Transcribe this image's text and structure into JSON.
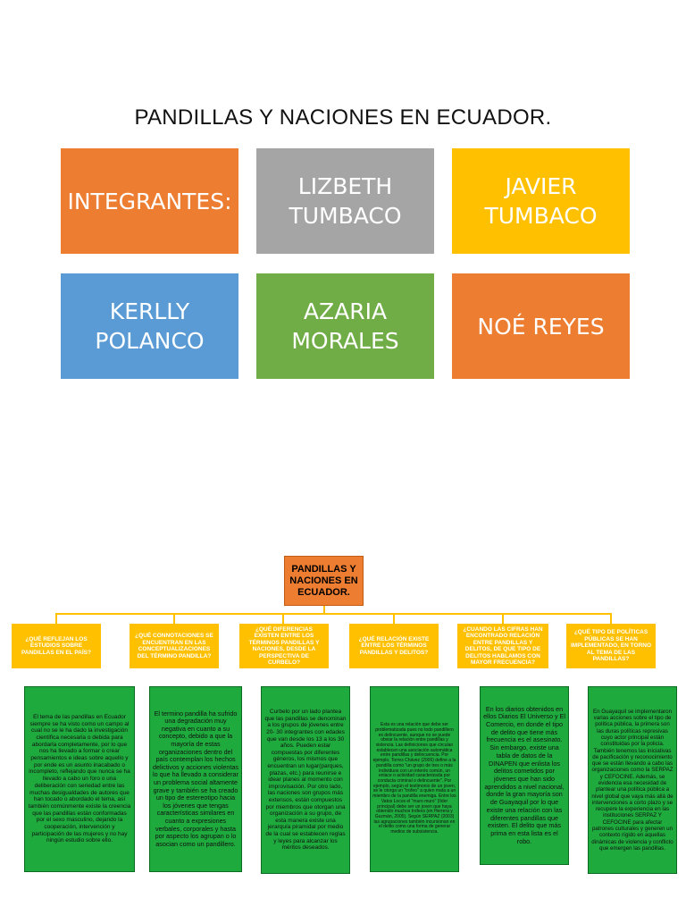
{
  "title": "PANDILLAS Y NACIONES EN ECUADOR.",
  "members": {
    "integrantes_label": "INTEGRANTES:",
    "names": [
      "LIZBETH\nTUMBACO",
      "JAVIER\nTUMBACO",
      "KERLLY\nPOLANCO",
      "AZARIA\nMORALES",
      "NOÉ REYES"
    ]
  },
  "colors": {
    "orange": "#ed7d31",
    "gray": "#a5a5a5",
    "gold": "#ffc000",
    "blue": "#5b9bd5",
    "green": "#70ad47",
    "answer_green": "#1faa3d"
  },
  "map": {
    "root": "PANDILLAS Y NACIONES EN ECUADOR.",
    "questions": [
      "¿QUÉ REFLEJAN LOS ESTUDIOS SOBRE PANDILLAS EN EL PAÍS?",
      "¿QUÉ CONNOTACIONES SE ENCUENTRAN EN LAS CONCEPTUALIZACIONES DEL TÉRMINO PANDILLA?",
      "¿QUÉ DIFERENCIAS EXISTEN ENTRE LOS TÉRMINOS PANDILLAS Y NACIONES, DESDE LA PERSPECTIVA DE CURBELO?",
      "¿QUÉ RELACIÓN EXISTE ENTRE LOS TÉRMINOS PANDILLAS Y DELITOS?",
      "¿CUANDO LAS CIFRAS HAN ENCONTRADO RELACIÓN ENTRE PANDILLAS Y DELITOS, DE QUE TIPO DE DELITOS HABLAMOS CON MAYOR FRECUENCIA?",
      "¿QUÉ TIPO DE POLÍTICAS PÚBLICAS SE HAN IMPLEMENTADO, EN TORNO AL TEMA DE LAS PANDILLAS?"
    ],
    "answers": [
      "El tema de las pandillas en Ecuador siempre se ha visto como un campo al cual no se le ha dado la investigación científica necesaria o debida para abordarla completamente, por lo que nos ha llevado a formar o crear pensamientos e ideas sobre aquello y por ende es un asunto inacabado o incompleto, reflejando que nunca se ha llevado a cabo un foro o una deliberación con seriedad entre las muchas desigualdades de autores que han tocado o abordado el tema, así también comúnmente existe la creencia que las pandillas están conformadas por el sexo masculino, dejando la cooperación, intervención y participación de las mujeres y no hay ningún estudio sobre ello.",
      "El termino pandilla ha sufrido una degradación muy negativa en cuanto a su concepto, debido a que la mayoría de estas organizaciones dentro del país contemplan los hechos delictivos y acciones violentas lo que ha llevado a considerar un problema social altamente grave y también se ha creado un tipo de estereotipo hacia los jóvenes que tengas características similares en cuanto a expresiones verbales, corporales y hasta por aspecto los agrupan o lo asocian como un pandillero.",
      "Curbelo por un lado plantea que las pandillas se denominan a los grupos de jóvenes entre 20- 30 integrantes con edades que van desde los 13 a los 30 años. Pueden estar compuestas por diferentes géneros, los mismos que encuentran un lugar(parques, plazas, etc.) para reunirse e idear planes al momento con improvisación. Por otro lado, las naciones son grupos más extensos, están compuestos por miembros que otorgan una organización a su grupo, de esta manera existe una jerarquía piramidal por medio de la cual se establecen reglas y leyes para alcanzar los méritos deseados.",
      "Esta es una relación que debe ser problematizada pues no todo pandillero es delincuente, aunque no se puede obviar la relación entre pandillas y violencia. Las definiciones que circulan establecen una asociación automática entre pandillas y delincuencia. Por ejemplo, Torres Chávez (2006) define a la pandilla como \"un grupo de tres o más individuos con un interés común, un enlace o actividad caracterizada por conducta criminal o delincuente\". Por ejemplo, según el testimonio de un joven, se le otorga un \"trofeo\" a quien mata a un miembro de la pandilla enemiga. Entre los Vatos Locos el \"muro muro\" (líder principal) debe ser un joven que haya obtenido muchos trofeos (en Herrera y Guzmán, 2005). Según SERPAZ (2003) las agrupaciones también incursionan en el delito como una forma de generar medios de subsistencia.",
      "En los diarios obtenidos en ellos Diarios El Universo y El Comercio, en donde el tipo de delito que tiene más frecuencia es el asesinato. Sin embargo, existe una tabla de datos de la DINAPEN que enlista los delitos cometidos por jóvenes que han sido aprendidos a nivel nacional, donde la gran mayoría son de Guayaquil por lo que existe una relación con las diferentes pandillas que existen. El delito que más prima en esta lista es el robo.",
      "En Guayaquil se implementaron varias acciones sobre el tipo de política pública, la primera son las duras políticas represivas cuyo actor principal están constituidas por la policía. También tenemos las iniciativas de pacificación y reconocimiento que se están llevando a cabo las organizaciones como la SERPAZ y CEFOCINE. Además, se evidencia esa necesidad de plantear una política pública a nivel global que vaya más allá de intervenciones a corto plazo y se recupere la experiencia en las instituciones SERPAZ Y CEFOCINE para afectar patrones culturales y generen un contexto rígido en aquellas dinámicas de violencia y conflicto que emergen las pandillas."
    ]
  }
}
